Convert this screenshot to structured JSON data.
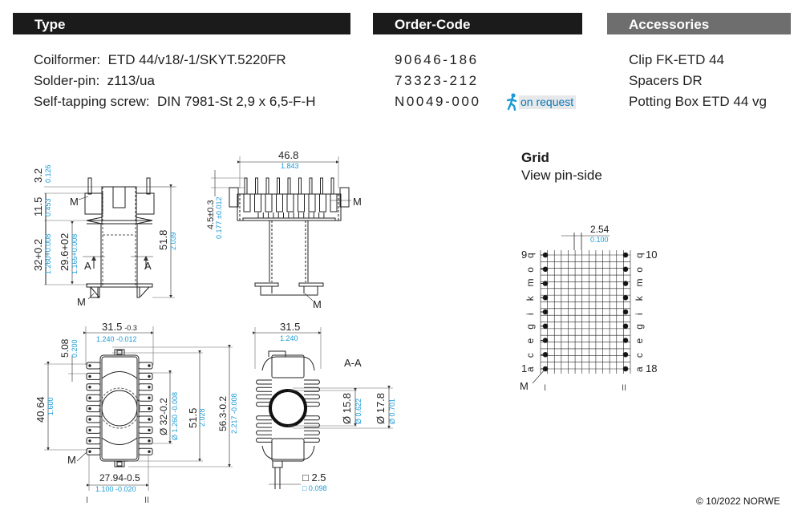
{
  "headers": {
    "type": "Type",
    "order_code": "Order-Code",
    "accessories": "Accessories"
  },
  "items": [
    {
      "label": "Coilformer:",
      "value": "ETD 44/v18/-1/SKYT.5220FR",
      "order_code": "90646-186",
      "accessory": "Clip FK-ETD 44"
    },
    {
      "label": "Solder-pin:",
      "value": "z113/ua",
      "order_code": "73323-212",
      "accessory": "Spacers DR"
    },
    {
      "label": "Self-tapping screw:",
      "value": "DIN 7981-St 2,9 x 6,5-F-H",
      "order_code": "N0049-000",
      "accessory": "Potting Box ETD 44 vg"
    }
  ],
  "on_request": {
    "label": "on request",
    "icon": "running-person-icon"
  },
  "colors": {
    "header_dark": "#1b1b1b",
    "header_grey": "#6e6e6e",
    "inch_dim": "#1a9ad6",
    "badge_text": "#0a77b8"
  },
  "side_view": {
    "dims": {
      "top_pin": "3.2",
      "top_pin_in": "0.126",
      "flange": "11.5",
      "flange_in": "0.453",
      "body": "32+0.2",
      "body_in": "1.260+0.008",
      "winding": "29.6+02",
      "winding_in": "1.165+0.008",
      "total": "51.8",
      "total_in": "2.039"
    },
    "section_mark": "A",
    "marker": "M"
  },
  "front_view": {
    "width": "46.8",
    "width_in": "1.843",
    "pin_offset": "4.5±0.3",
    "pin_offset_in": "0.177 ±0.012",
    "marker": "M"
  },
  "bottom_view": {
    "width": "31.5",
    "width_tol": "-0.3",
    "width_in": "1.240 -0.012",
    "pitch": "5.08",
    "pitch_in": "0.200",
    "pin_span": "40.64",
    "pin_span_in": "1.600",
    "diameter": "Ø 32-0.2",
    "diameter_in": "Ø 1.260 -0.008",
    "height": "51.5",
    "height_in": "2.028",
    "overall": "56.3-0.2",
    "overall_in": "2.217 -0.008",
    "row_span": "27.94-0.5",
    "row_span_in": "1.100 -0.020",
    "row_left": "I",
    "row_right": "II",
    "marker": "M"
  },
  "section_view": {
    "title": "A-A",
    "width": "31.5",
    "width_in": "1.240",
    "inner_d": "Ø 15.8",
    "inner_d_in": "Ø 0.622",
    "outer_d": "Ø 17.8",
    "outer_d_in": "Ø 0.701",
    "pin_sq": "□ 2.5",
    "pin_sq_in": "□ 0.098"
  },
  "grid": {
    "title": "Grid",
    "subtitle": "View pin-side",
    "pitch": "2.54",
    "pitch_in": "0.100",
    "left_letters": [
      "q",
      "o",
      "m",
      "k",
      "i",
      "g",
      "e",
      "c",
      "a"
    ],
    "right_letters": [
      "q",
      "o",
      "m",
      "k",
      "i",
      "g",
      "e",
      "c",
      "a"
    ],
    "left_top_num": "9",
    "left_bottom_num": "1",
    "right_top_num": "10",
    "right_bottom_num": "18",
    "row_left": "I",
    "row_right": "II",
    "marker": "M"
  },
  "copyright": "© 10/2022 NORWE"
}
